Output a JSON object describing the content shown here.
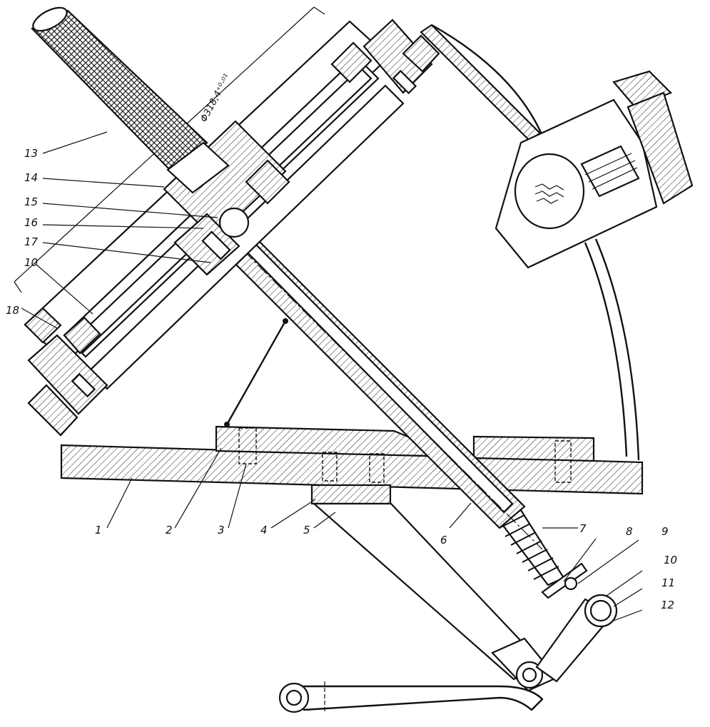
{
  "figure": {
    "dimension_text": "Φ318,4⁺⁰·⁰¹",
    "labels": [
      {
        "id": "1",
        "text": "1"
      },
      {
        "id": "2",
        "text": "2"
      },
      {
        "id": "3",
        "text": "3"
      },
      {
        "id": "4",
        "text": "4"
      },
      {
        "id": "5",
        "text": "5"
      },
      {
        "id": "6",
        "text": "6"
      },
      {
        "id": "7",
        "text": "7"
      },
      {
        "id": "8",
        "text": "8"
      },
      {
        "id": "9",
        "text": "9"
      },
      {
        "id": "10a",
        "text": "10"
      },
      {
        "id": "11",
        "text": "11"
      },
      {
        "id": "12",
        "text": "12"
      },
      {
        "id": "13",
        "text": "13"
      },
      {
        "id": "14",
        "text": "14"
      },
      {
        "id": "15",
        "text": "15"
      },
      {
        "id": "16",
        "text": "16"
      },
      {
        "id": "17",
        "text": "17"
      },
      {
        "id": "10b",
        "text": "10"
      },
      {
        "id": "18",
        "text": "18"
      }
    ]
  }
}
